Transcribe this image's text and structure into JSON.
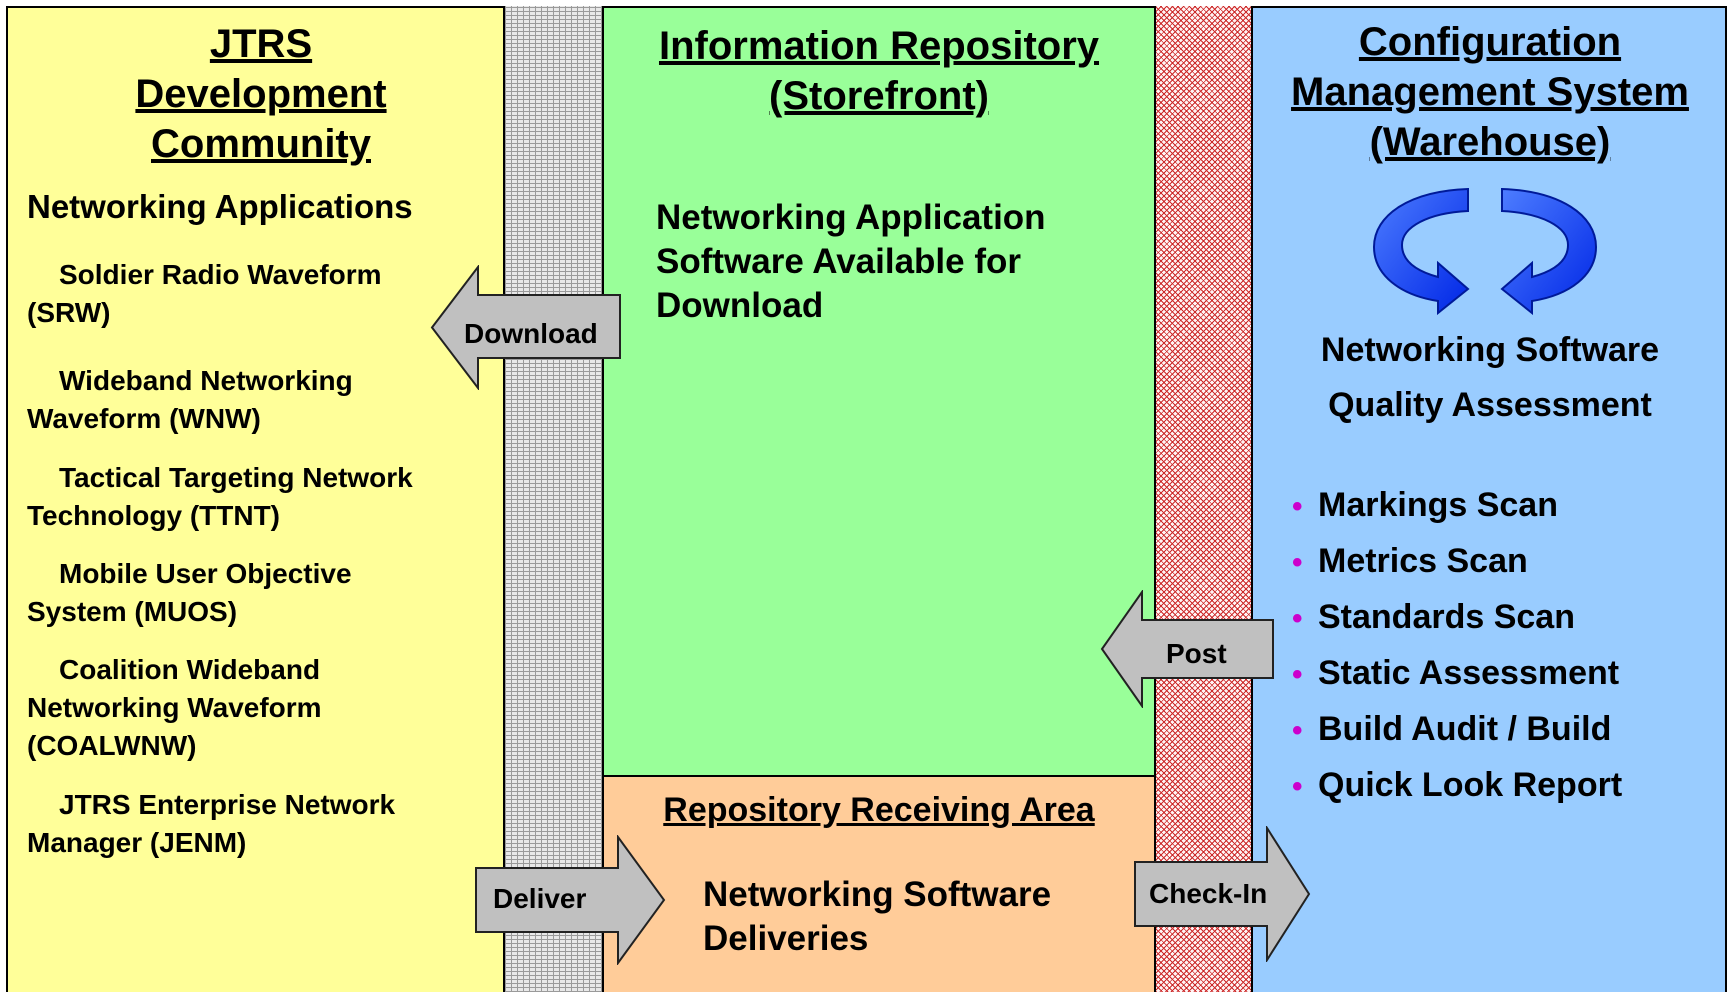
{
  "jtrs": {
    "title_lines": [
      "JTRS",
      "Development",
      "Community"
    ],
    "subtitle": "Networking Applications",
    "apps": [
      {
        "l1": "Soldier Radio Waveform",
        "l2": "(SRW)"
      },
      {
        "l1": "Wideband Networking",
        "l2": "Waveform  (WNW)"
      },
      {
        "l1": "Tactical Targeting Network",
        "l2": "Technology (TTNT)"
      },
      {
        "l1": "Mobile User Objective",
        "l2": "System (MUOS)"
      },
      {
        "l1": "Coalition Wideband",
        "l2": "Networking Waveform",
        "l3": "(COALWNW)"
      },
      {
        "l1": "JTRS Enterprise Network",
        "l2": "Manager (JENM)"
      }
    ]
  },
  "repository": {
    "title_lines": [
      "Information Repository",
      "(Storefront)"
    ],
    "body_lines": [
      "Networking Application",
      "Software Available for",
      "Download"
    ]
  },
  "receiving": {
    "title": "Repository Receiving Area",
    "body_lines": [
      "Networking Software",
      "Deliveries"
    ]
  },
  "cms": {
    "title_lines": [
      "Configuration",
      "Management System",
      "(Warehouse)"
    ],
    "qa_lines": [
      "Networking Software",
      "Quality Assessment"
    ],
    "bullet_char": "•",
    "steps": [
      "Markings Scan",
      "Metrics Scan",
      "Standards Scan",
      "Static Assessment",
      "Build Audit / Build",
      "Quick Look Report"
    ]
  },
  "arrows": {
    "download": "Download",
    "deliver": "Deliver",
    "post": "Post",
    "checkin": "Check-In"
  },
  "colors": {
    "jtrs_panel": "#ffff99",
    "repository_panel": "#99ff99",
    "receiving_panel": "#ffcc99",
    "cms_panel": "#99ccff",
    "arrow_fill": "#c0c0c0",
    "cycle_arrow": "#0033ff",
    "bullet": "#cc00cc",
    "hatch": "#cc2a2a"
  },
  "icons": {
    "cycle": "circular-arrows-icon"
  }
}
